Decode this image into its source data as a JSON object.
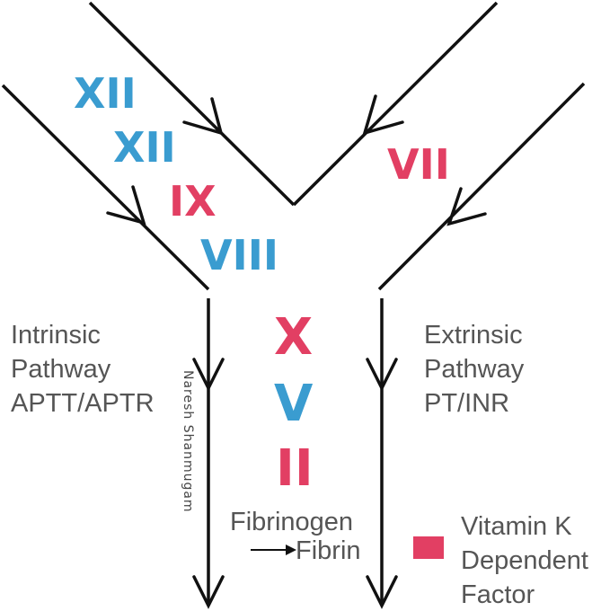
{
  "colors": {
    "blue": "#3a9cd0",
    "red": "#e23f63",
    "line": "#111111",
    "text": "#555555"
  },
  "factors": {
    "intrinsic_1": "XII",
    "intrinsic_2": "XII",
    "intrinsic_3": "IX",
    "intrinsic_4": "VIII",
    "extrinsic_1": "VII",
    "common_1": "X",
    "common_2": "V",
    "common_3": "II"
  },
  "intrinsic": {
    "line1": "Intrinsic",
    "line2": "Pathway",
    "line3": "APTT/APTR"
  },
  "extrinsic": {
    "line1": "Extrinsic",
    "line2": "Pathway",
    "line3": "PT/INR"
  },
  "final": {
    "from": "Fibrinogen",
    "to": "Fibrin"
  },
  "legend": {
    "swatch_color": "#e23f63",
    "line1": "Vitamin K",
    "line2": "Dependent",
    "line3": "Factor"
  },
  "credit": "Naresh Shanmugam",
  "icons": [
    "arrowhead-icon",
    "small-arrow-icon"
  ]
}
